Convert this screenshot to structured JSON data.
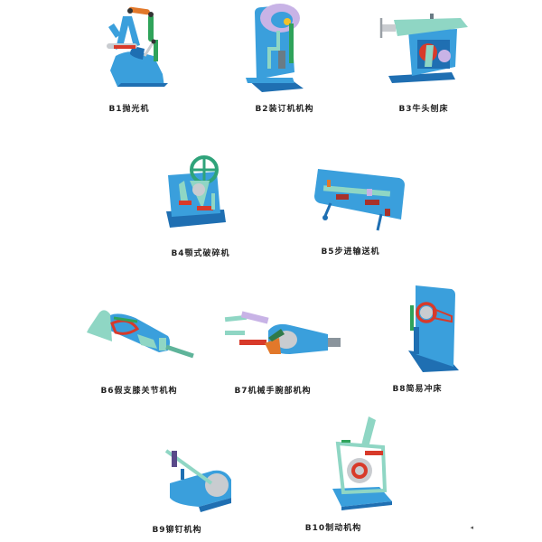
{
  "colors": {
    "blue": "#3a9fdc",
    "blue_dark": "#1f6fb2",
    "mint": "#8fd6c4",
    "red": "#d83a2a",
    "orange": "#e2782a",
    "green": "#2fa35a",
    "lavender": "#c8b3e6",
    "yellow": "#f2c12a",
    "silver": "#c9ccd0"
  },
  "models": [
    {
      "code": "B1",
      "name": "抛光机",
      "label": "B1抛光机"
    },
    {
      "code": "B2",
      "name": "装订机机构",
      "label": "B2装订机机构"
    },
    {
      "code": "B3",
      "name": "牛头刨床",
      "label": "B3牛头刨床"
    },
    {
      "code": "B4",
      "name": "颚式破碎机",
      "label": "B4颚式破碎机"
    },
    {
      "code": "B5",
      "name": "步进输送机",
      "label": "B5步进输送机"
    },
    {
      "code": "B6",
      "name": "假支膝关节机构",
      "label": "B6假支膝关节机构"
    },
    {
      "code": "B7",
      "name": "机械手腕部机构",
      "label": "B7机械手腕部机构"
    },
    {
      "code": "B8",
      "name": "简易冲床",
      "label": "B8简易冲床"
    },
    {
      "code": "B9",
      "name": "铆钉机构",
      "label": "B9铆钉机构"
    },
    {
      "code": "B10",
      "name": "制动机构",
      "label": "B10制动机构"
    }
  ],
  "page_mark": "◂"
}
